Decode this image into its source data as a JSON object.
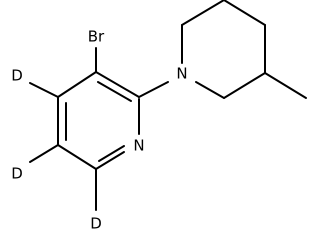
{
  "molecule": {
    "atoms": {
      "bromine": "Br",
      "pyridine_nitrogen": "N",
      "piperidine_nitrogen": "N",
      "deuterium_4": "D",
      "deuterium_5": "D",
      "deuterium_6": "D"
    }
  }
}
